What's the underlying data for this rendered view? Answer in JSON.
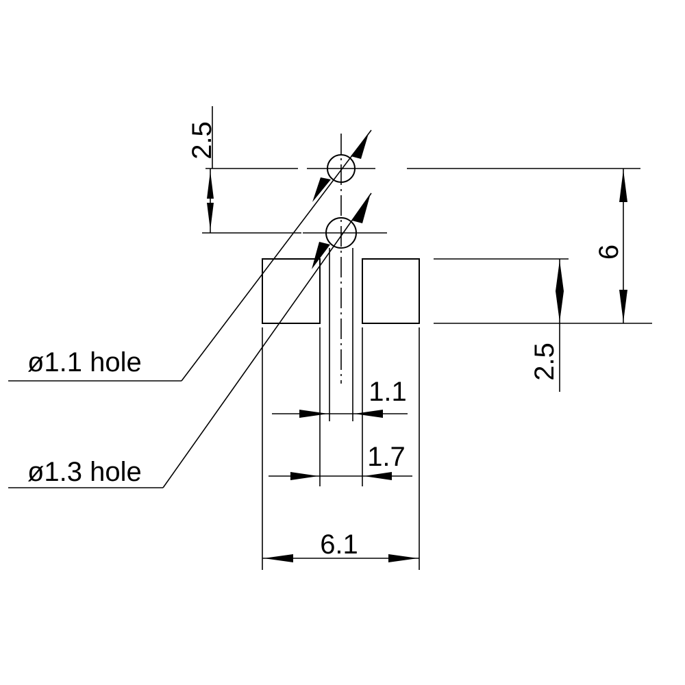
{
  "diagram": {
    "labels": {
      "hole_small": "ø1.1 hole",
      "hole_large": "ø1.3 hole",
      "dim_top_gap": "2.5",
      "dim_total_height": "6",
      "dim_block_height": "2.5",
      "dim_slot_inner": "1.1",
      "dim_slot_outer": "1.7",
      "dim_total_width": "6.1"
    }
  }
}
